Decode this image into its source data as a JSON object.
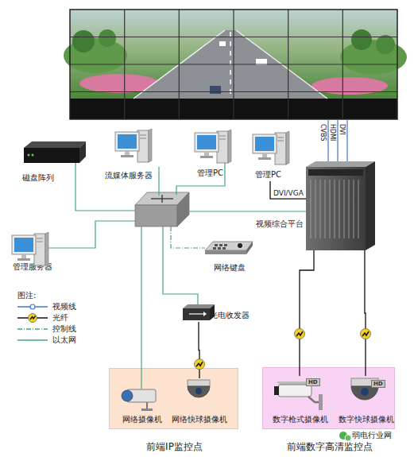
{
  "diagram": {
    "nodes": [
      {
        "text": [
          "磁盘阵列"
        ]
      },
      {
        "text": [
          "流媒体服务器"
        ]
      },
      {
        "text": [
          "管理PC"
        ]
      },
      {
        "text": [
          "管理PC"
        ]
      },
      {
        "text": [
          "视频综合平台"
        ]
      },
      {
        "text": [
          "管理服务器"
        ]
      },
      {
        "text": [
          "网络键盘"
        ]
      },
      {
        "text": [
          "光电收发器"
        ]
      },
      {
        "text": [
          "前端IP监控点"
        ]
      },
      {
        "text": [
          "网络摄像机"
        ],
        "in": 8
      },
      {
        "text": [
          "网络快球摄像机"
        ],
        "in": 8
      },
      {
        "text": [
          "前端数字高清监控点"
        ]
      },
      {
        "text": [
          "数字枪式摄像机"
        ],
        "in": 11
      },
      {
        "text": [
          "数字快球摄像机"
        ],
        "in": 11
      }
    ],
    "edges": [
      {
        "from": 3,
        "to": 4,
        "label": "DVI/VGA",
        "arrow": "none"
      },
      {
        "from": 7,
        "to": 10,
        "arrow": "none"
      },
      {
        "from": 4,
        "to": 12,
        "arrow": "none"
      },
      {
        "from": 4,
        "to": 13,
        "arrow": "none"
      }
    ],
    "labels": [
      "CVBS",
      "HDMI",
      "DVI",
      "图注:",
      "HD",
      "HD",
      "弱电行业网"
    ],
    "legend": [
      {
        "text": "视频线"
      },
      {
        "text": "光纤"
      },
      {
        "text": "控制线"
      },
      {
        "text": "以太网"
      }
    ]
  }
}
